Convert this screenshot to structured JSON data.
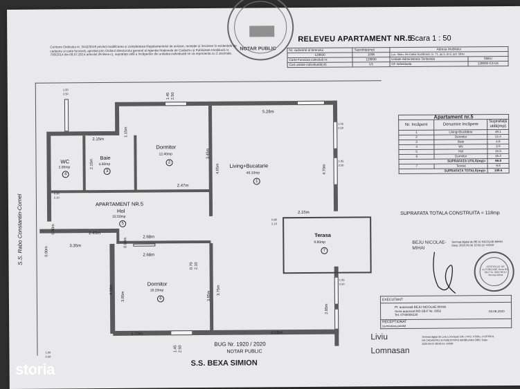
{
  "header": {
    "title": "RELEVEU APARTAMENT NR.5",
    "scale": "Scara   1 : 50"
  },
  "ordinance_text": "Conform Ordinului nr. 3442/2019 privind modificarea și completarea Regulamentului de avizare, recepție și înscriere în evidențele de cadastru și carte funciară, aprobat prin Ordinul directorului general al Agenției Naționale de Cadastru și Publicitate Imobiliară nr. 700/2014 din 09.07.2014 articolul 26 litera c), suprafața utilă a încăperilor din unitatea individuală se va reprezenta cu 2 zecimale.",
  "info_table": {
    "rows": [
      [
        "Nr. cadastral al terenului",
        "Suprafața(mp)",
        "Adresa imobilului"
      ],
      [
        "128830",
        "1096",
        "Loc. Sibiu, Str.Calea Dumbravii, nr. 71, ap.5, Et.2, jud. Sibiu"
      ],
      [
        "Carte Funciara colectivă nr.",
        "128830",
        "Unitate Administrativ Teritoriala",
        "SIBIU"
      ],
      [
        "Cod unitate individuală(UI)",
        "U5",
        "CF individuala",
        "128830-C3-U5"
      ]
    ]
  },
  "apt_table": {
    "title": "Apartament nr.5",
    "headers": [
      "Nr. Incăpere",
      "Denumire Incăpere",
      "Suprafață utilă(mp)"
    ],
    "rows": [
      [
        "1",
        "Living+Bucătărie",
        "48.1"
      ],
      [
        "2",
        "Dormitor",
        "12.4"
      ],
      [
        "3",
        "Baie",
        "4.6"
      ],
      [
        "4",
        "Wc",
        "2.0"
      ],
      [
        "5",
        "Hol",
        "15.5"
      ],
      [
        "6",
        "Dormitor",
        "16.2"
      ]
    ],
    "util_label": "SUPRAFAȚA UTILĂ(mp)=",
    "util_value": "98.8",
    "terasa_row": [
      "7",
      "Terasa",
      "9.8"
    ],
    "total_label": "SUPRAFAȚA TOTALĂ(mp)=",
    "total_value": "108.6",
    "construita": "SUPRAFATA TOTALA CONSTRUITA = 118mp"
  },
  "rooms": {
    "living": {
      "name": "Living+Bucatarie",
      "area": "48.10mp",
      "num": "1"
    },
    "dormitor1": {
      "name": "Dormitor",
      "area": "12.40mp",
      "num": "2"
    },
    "baie": {
      "name": "Baie",
      "area": "4.60mp",
      "num": "3"
    },
    "wc": {
      "name": "WC",
      "area": "2.00mp",
      "num": "4"
    },
    "hol": {
      "name": "APARTAMENT NR.5\nHol",
      "title": "APARTAMENT NR.5",
      "label": "Hol",
      "area": "15.50mp",
      "num": "5"
    },
    "dormitor2": {
      "name": "Dormitor",
      "area": "16.20mp",
      "num": "6"
    },
    "terasa": {
      "name": "Terasa",
      "area": "9.80mp",
      "num": "7"
    }
  },
  "dims": {
    "d528": "5.28m",
    "d215a": "2.15m",
    "d247": "2.47m",
    "d215b": "2.15m",
    "d240": "2.40m",
    "d268a": "2.68m",
    "d268b": "2.68m",
    "d335": "3.35m",
    "d170": "1.70m",
    "d458": "4.58m",
    "d115": "1.15m",
    "d345": "3.45m",
    "d465": "4.65m",
    "d470": "4.70m",
    "d410": "4.10m",
    "d385a": "3.85m",
    "d385b": "3.85m",
    "d375": "3.75m",
    "d285": "2.85m",
    "d215c": "2.15m",
    "d080": "0.80m",
    "d080b": "0.80m",
    "d090": "0.90m",
    "w100a": "1.00",
    "w250a": "2.50",
    "w145a": "1.45",
    "w250b": "2.50",
    "w105a": "1.05",
    "w250c": "2.50",
    "w105b": "1.05",
    "w250d": "2.50",
    "w105c": "1.05",
    "w250e": "2.50",
    "w145b": "1.45",
    "w250f": "2.50",
    "w100b": "1.00",
    "w250g": "2.50",
    "w090": "0.90",
    "w210": "2.10",
    "w210b": "2.10",
    "w070": "0.70",
    "w210c": "2.10",
    "w080": "0.80"
  },
  "left_vertical": "S.S. Rabo Constantin-Cornel",
  "signature": {
    "name1": "BEJU NICOLAE-",
    "name2": "MIHAI",
    "signed_note": "Semnat digital de BEJU NICOLAE-MIHAI Data: 2020.09.06 19:03:24 +03'00'",
    "executant": "EXECUTANT",
    "pfa": "Pf. autorizată  BEJU  NICOLAE-MIHAI",
    "serie": "Seria autorizat RO-SB-F Nr. 0052",
    "tel": "Tel. 0740008130",
    "date": "03.09.2020",
    "receptionat": "RECEPTIONAT",
    "receptionat_sub": "(semnatura,parafa)",
    "signed_note2": "Semnat digital de Liviu Lomnasan DN: c=RO, l=Sibiu, o=OFICIUL DE CADASTRU SI PUBLICITATE IMOBILIARA SIBIU Data: 2020.09.07 08:05:51 +03'00'",
    "liviu1": "Liviu",
    "liviu2": "Lomnasan",
    "seal_text": "CERTIFICAT DE AUTORIZARE Seria RO-SB-F Nr. 0052 BEJU Nicolae-Mihai"
  },
  "bottom": {
    "nr": "BUG Nr. 1920 / 2020",
    "notar": "NOTAR PUBLIC",
    "bexa": "S.S. BEXA SIMION",
    "brand": "storia"
  },
  "top_stamp": "NOTAR PUBLIC"
}
